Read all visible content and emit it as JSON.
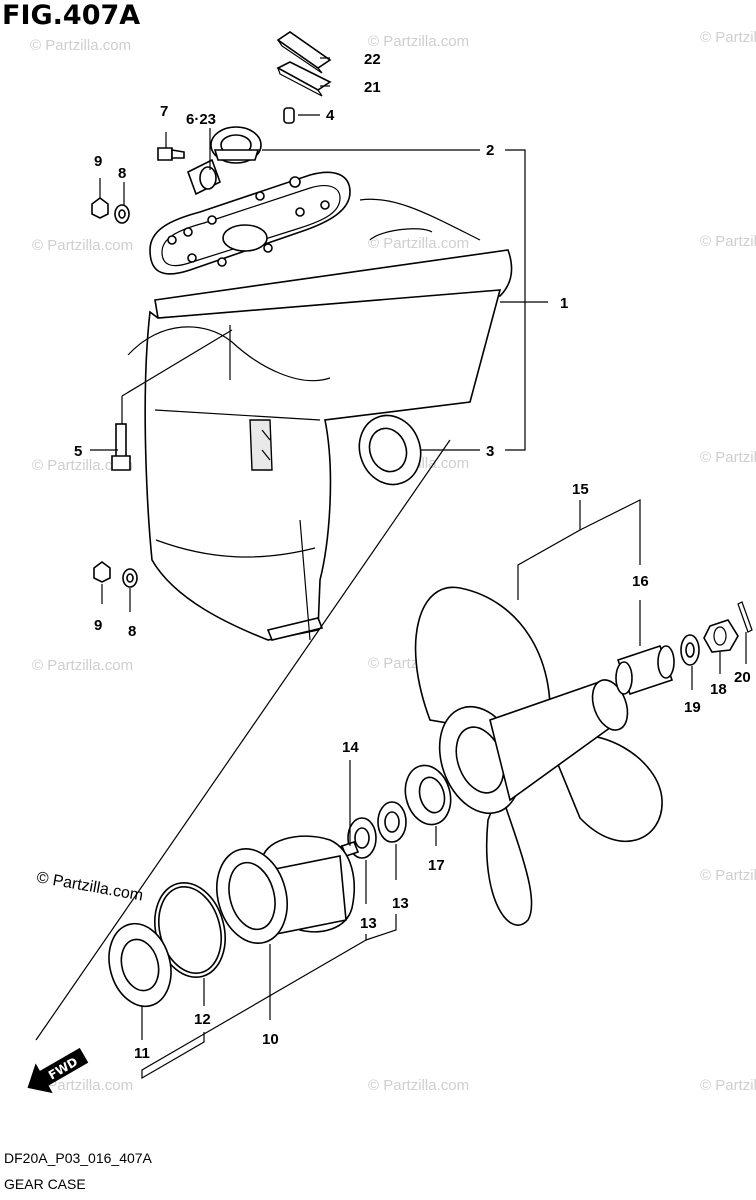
{
  "figure": {
    "title": "FIG.407A",
    "drawing_code": "DF20A_P03_016_407A",
    "caption": "GEAR CASE"
  },
  "watermark": {
    "text": "© Partzilla.com"
  },
  "direction_badge": {
    "label": "FWD"
  },
  "callouts": [
    "1",
    "2",
    "3",
    "4",
    "5",
    "6·23",
    "7",
    "8",
    "9",
    "8",
    "9",
    "10",
    "11",
    "12",
    "13",
    "13",
    "14",
    "15",
    "16",
    "17",
    "18",
    "19",
    "20",
    "21",
    "22"
  ]
}
